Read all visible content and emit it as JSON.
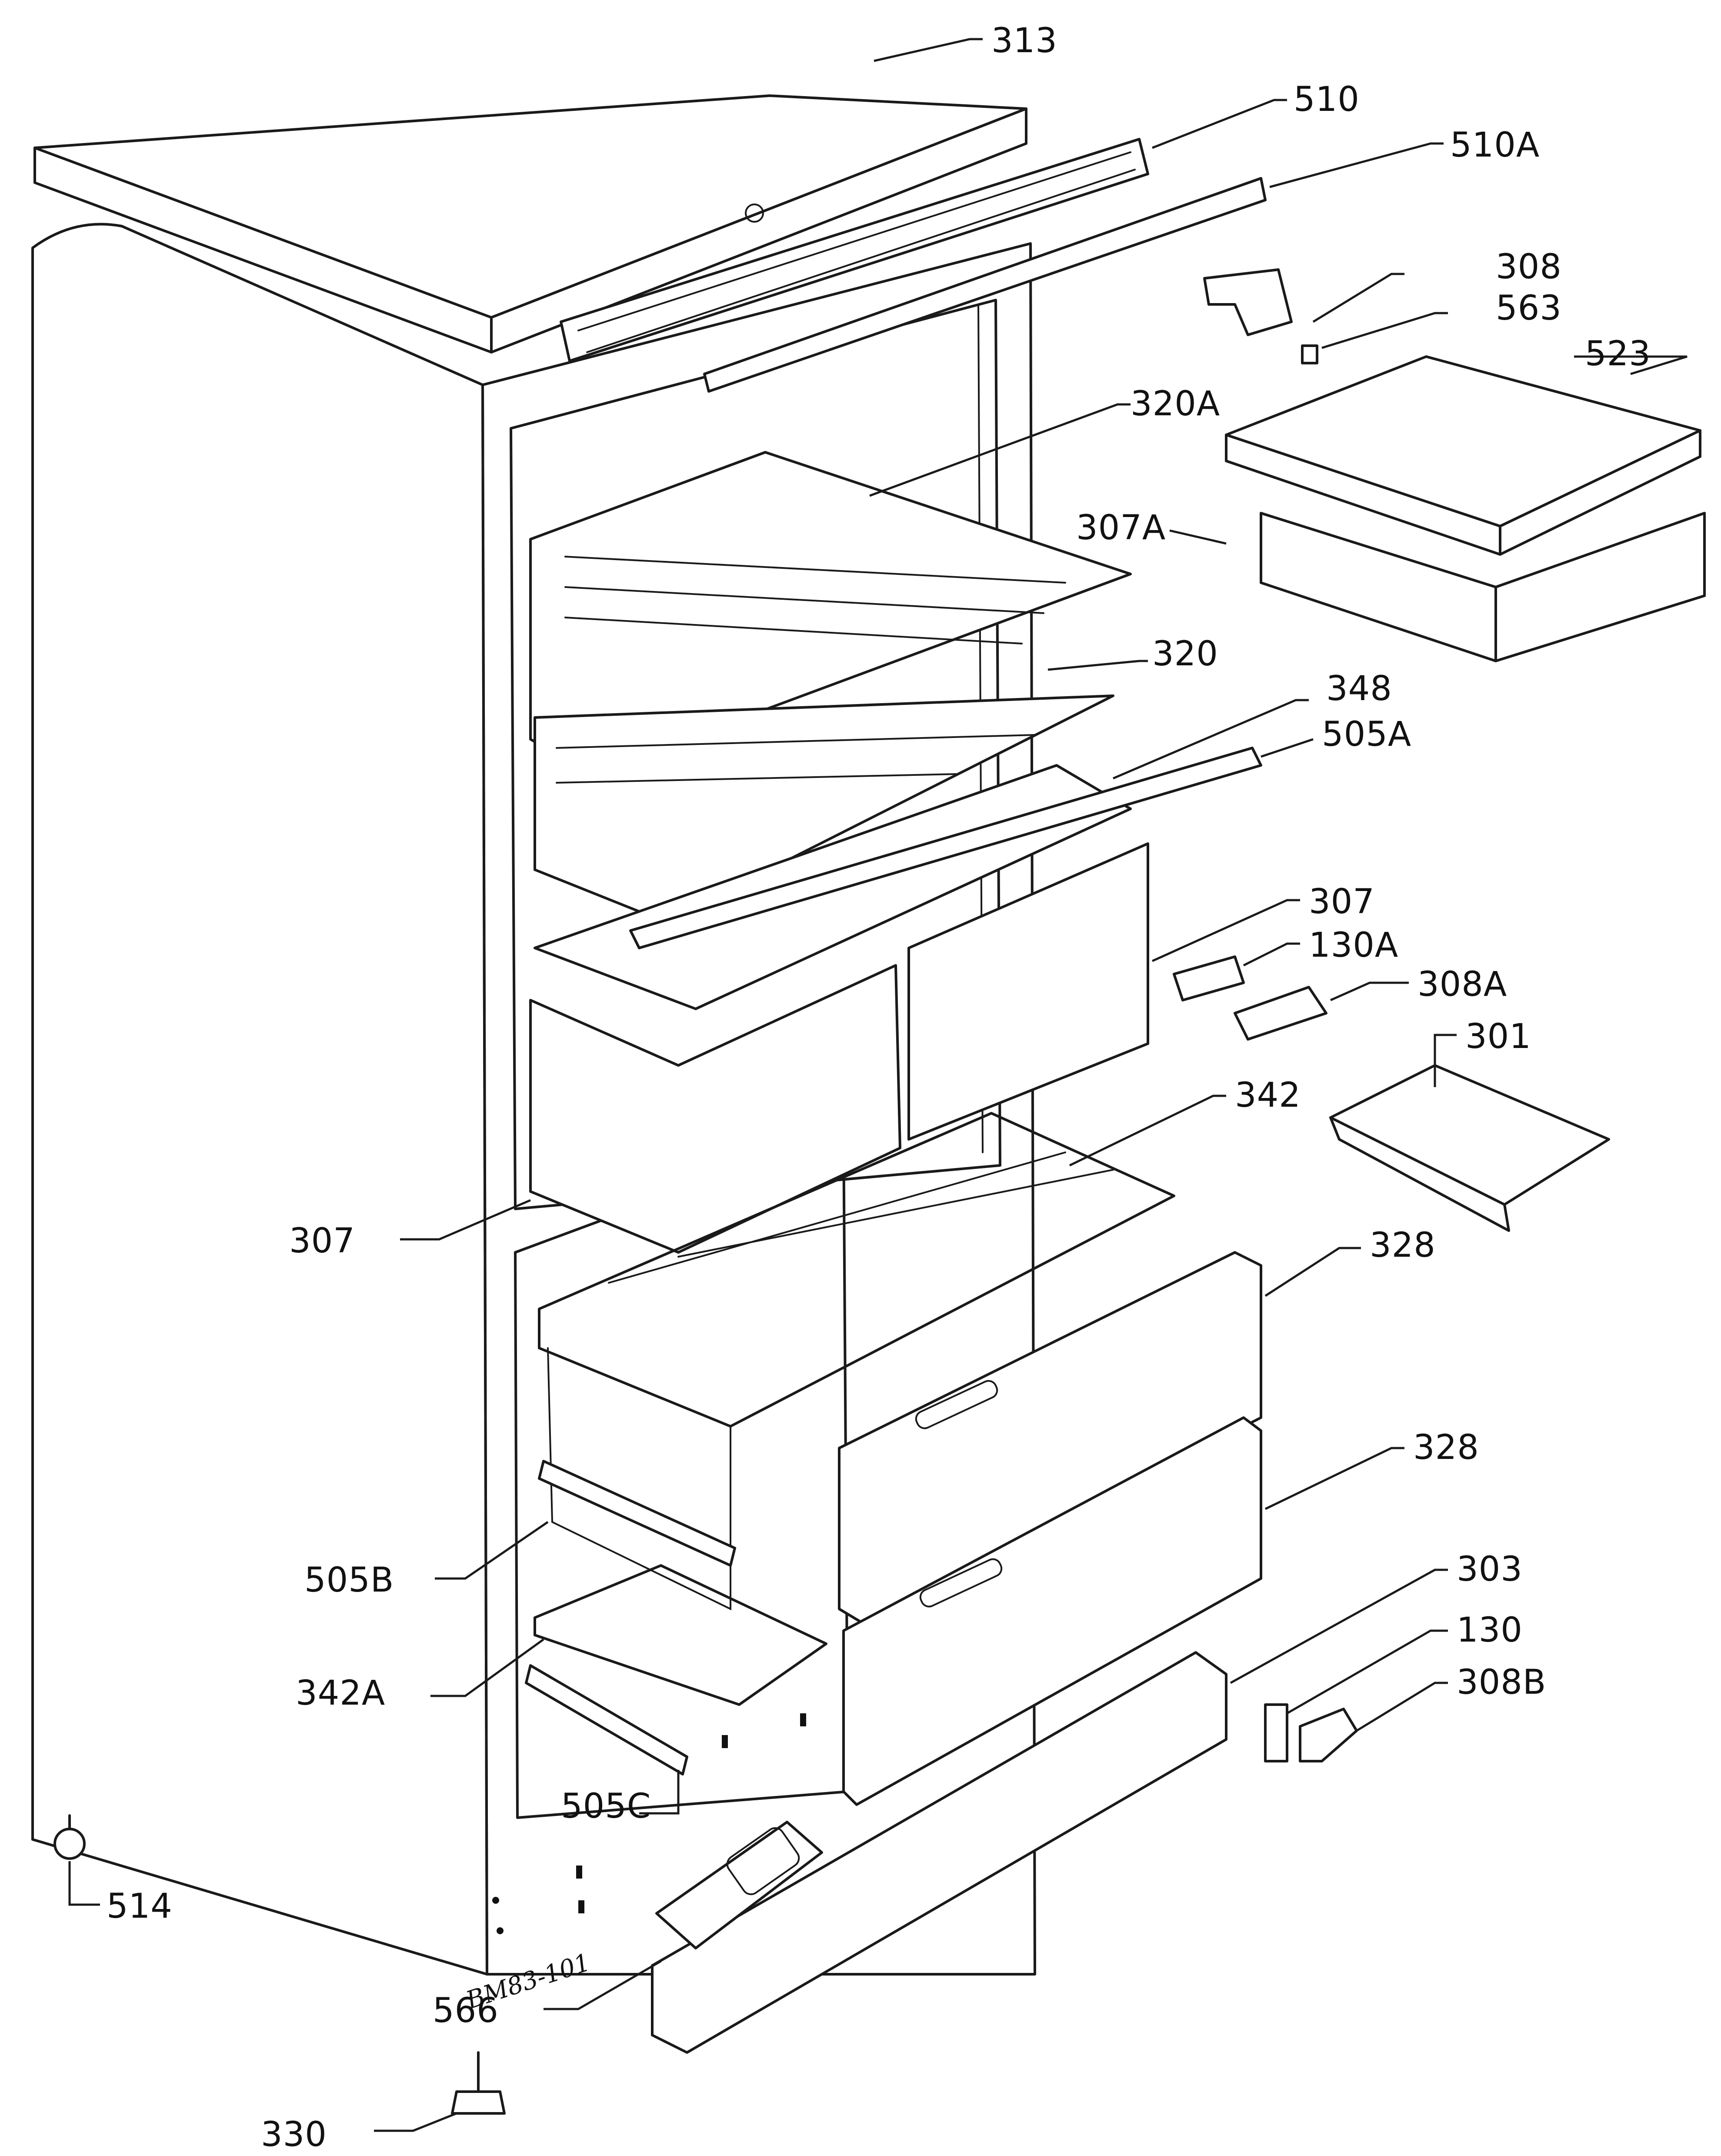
{
  "diagram": {
    "drawing_code": "BM83-101",
    "callouts": [
      {
        "id": "313",
        "label": "313"
      },
      {
        "id": "510",
        "label": "510"
      },
      {
        "id": "510a",
        "label": "510A"
      },
      {
        "id": "308",
        "label": "308"
      },
      {
        "id": "563",
        "label": "563"
      },
      {
        "id": "523",
        "label": "523"
      },
      {
        "id": "320a",
        "label": "320A"
      },
      {
        "id": "307a",
        "label": "307A"
      },
      {
        "id": "320",
        "label": "320"
      },
      {
        "id": "348",
        "label": "348"
      },
      {
        "id": "505a",
        "label": "505A"
      },
      {
        "id": "307-upper",
        "label": "307"
      },
      {
        "id": "130a",
        "label": "130A"
      },
      {
        "id": "308a",
        "label": "308A"
      },
      {
        "id": "301",
        "label": "301"
      },
      {
        "id": "342",
        "label": "342"
      },
      {
        "id": "307-lower",
        "label": "307"
      },
      {
        "id": "328-upper",
        "label": "328"
      },
      {
        "id": "328-lower",
        "label": "328"
      },
      {
        "id": "505b",
        "label": "505B"
      },
      {
        "id": "303",
        "label": "303"
      },
      {
        "id": "130",
        "label": "130"
      },
      {
        "id": "308b",
        "label": "308B"
      },
      {
        "id": "342a",
        "label": "342A"
      },
      {
        "id": "505c",
        "label": "505C"
      },
      {
        "id": "514",
        "label": "514"
      },
      {
        "id": "566",
        "label": "566"
      },
      {
        "id": "330",
        "label": "330"
      }
    ]
  }
}
